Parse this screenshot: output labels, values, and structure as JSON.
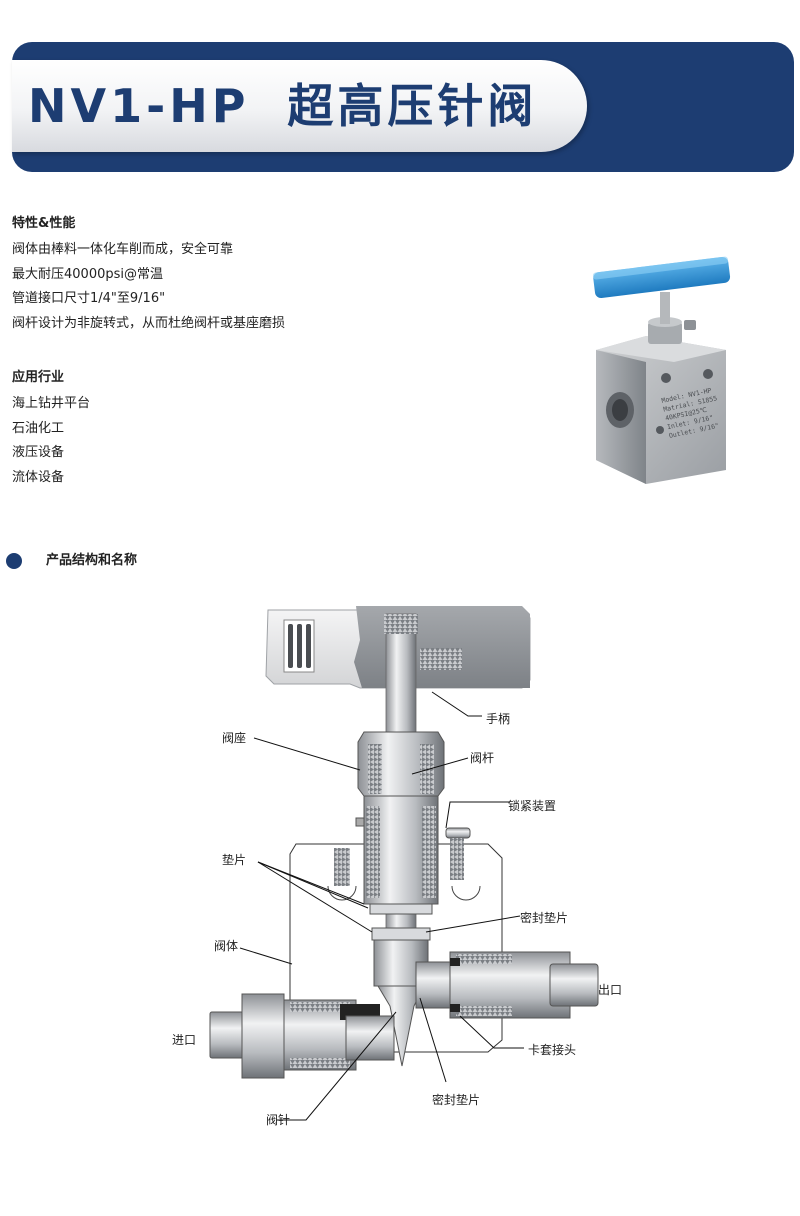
{
  "header": {
    "model": "NV1-HP",
    "name": "超高压针阀"
  },
  "features": {
    "title": "特性&性能",
    "lines": [
      "阀体由棒料一体化车削而成，安全可靠",
      "最大耐压40000psi@常温",
      "管道接口尺寸1/4\"至9/16\"",
      "阀杆设计为非旋转式，从而杜绝阀杆或基座磨损"
    ]
  },
  "industries": {
    "title": "应用行业",
    "lines": [
      "海上钻井平台",
      "石油化工",
      "液压设备",
      "流体设备"
    ]
  },
  "photo": {
    "engraving": [
      "Model: NV1-HP",
      "Matrial: S1855",
      "40KPSI@25℃",
      "Inlet: 9/16\"",
      "Outlet: 9/16\""
    ],
    "handle_color": "#2f93d6"
  },
  "structure": {
    "title": "产品结构和名称",
    "labels": {
      "handle": "手柄",
      "seat": "阀座",
      "stem": "阀杆",
      "lock": "锁紧装置",
      "gasket": "垫片",
      "seal_gasket_upper": "密封垫片",
      "body": "阀体",
      "outlet": "出口",
      "inlet": "进口",
      "fitting": "卡套接头",
      "needle": "阀针",
      "seal_gasket_lower": "密封垫片"
    }
  },
  "colors": {
    "brand": "#1d3d72",
    "text": "#222222"
  }
}
